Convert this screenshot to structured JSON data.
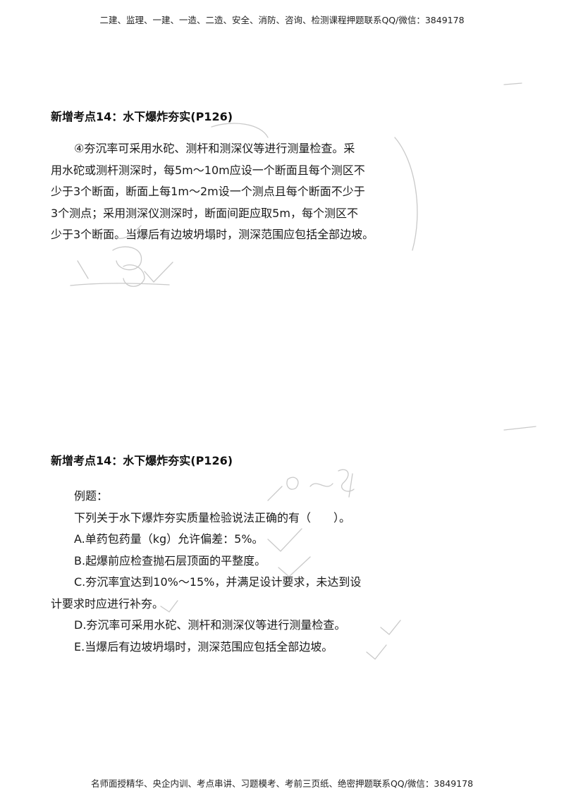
{
  "header": {
    "text": "二建、监理、一建、一造、二造、安全、消防、咨询、检测课程押题联系QQ/微信：3849178"
  },
  "section1": {
    "title": "新增考点14：水下爆炸夯实(P126)",
    "lines": [
      "④夯沉率可采用水砣、测杆和测深仪等进行测量检查。采",
      "用水砣或测杆测深时，每5m～10m应设一个断面且每个测区不",
      "少于3个断面，断面上每1m～2m设一个测点且每个断面不少于",
      "3个测点；采用测深仪测深时，断面间距应取5m，每个测区不",
      "少于3个断面。当爆后有边坡坍塌时，测深范围应包括全部边坡。"
    ]
  },
  "section2": {
    "title": "新增考点14：水下爆炸夯实(P126)",
    "example_label": "例题：",
    "question": "下列关于水下爆炸夯实质量检验说法正确的有（　　）。",
    "options": {
      "a": "A.单药包药量（kg）允许偏差：5%。",
      "b": "B.起爆前应检查抛石层顶面的平整度。",
      "c1": "C.夯沉率宜达到10%～15%，并满足设计要求，未达到设",
      "c2": "计要求时应进行补夯。",
      "d": "D.夯沉率可采用水砣、测杆和测深仪等进行测量检查。",
      "e": "E.当爆后有边坡坍塌时，测深范围应包括全部边坡。"
    }
  },
  "footer": {
    "text": "名师面授精华、央企内训、考点串讲、习题模考、考前三页纸、绝密押题联系QQ/微信：3849178"
  }
}
